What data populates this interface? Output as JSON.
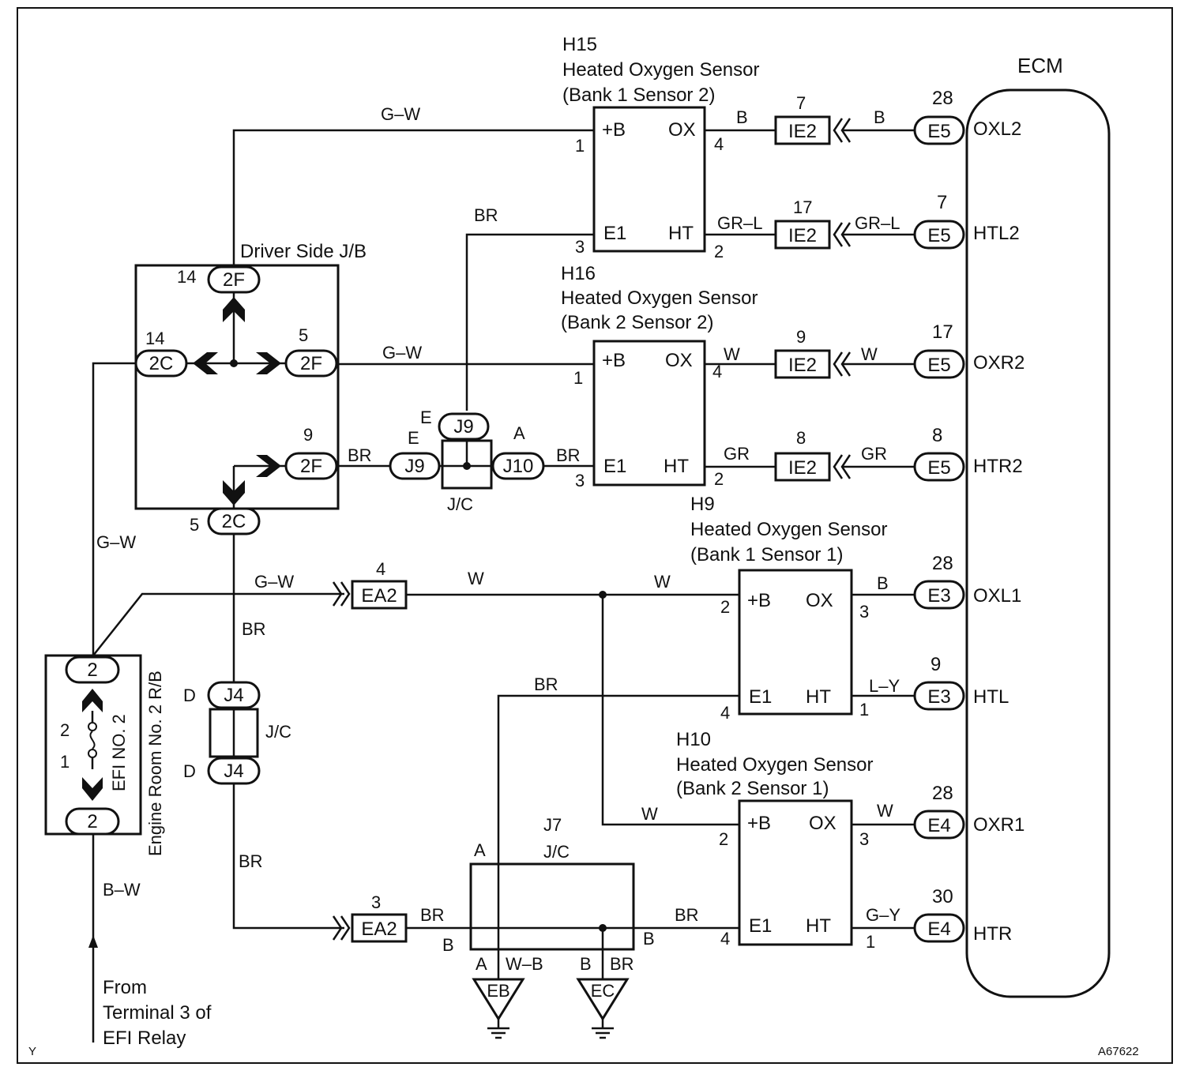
{
  "frame": {
    "corner_left": "Y",
    "corner_right": "A67622"
  },
  "ecm": {
    "title": "ECM",
    "terminals": [
      {
        "pin": "28",
        "conn": "E5",
        "name": "OXL2"
      },
      {
        "pin": "7",
        "conn": "E5",
        "name": "HTL2"
      },
      {
        "pin": "17",
        "conn": "E5",
        "name": "OXR2"
      },
      {
        "pin": "8",
        "conn": "E5",
        "name": "HTR2"
      },
      {
        "pin": "28",
        "conn": "E3",
        "name": "OXL1"
      },
      {
        "pin": "9",
        "conn": "E3",
        "name": "HTL"
      },
      {
        "pin": "28",
        "conn": "E4",
        "name": "OXR1"
      },
      {
        "pin": "30",
        "conn": "E4",
        "name": "HTR"
      }
    ]
  },
  "sensors": [
    {
      "id": "H15",
      "name": "Heated Oxygen Sensor",
      "pos": "(Bank 1 Sensor 2)",
      "plus_b": "+B",
      "ox": "OX",
      "e1": "E1",
      "ht": "HT",
      "pin_b": "1",
      "pin_ox": "4",
      "pin_e1": "3",
      "pin_ht": "2"
    },
    {
      "id": "H16",
      "name": "Heated Oxygen Sensor",
      "pos": "(Bank 2 Sensor 2)",
      "plus_b": "+B",
      "ox": "OX",
      "e1": "E1",
      "ht": "HT",
      "pin_b": "1",
      "pin_ox": "4",
      "pin_e1": "3",
      "pin_ht": "2"
    },
    {
      "id": "H9",
      "name": "Heated Oxygen Sensor",
      "pos": "(Bank 1 Sensor 1)",
      "plus_b": "+B",
      "ox": "OX",
      "e1": "E1",
      "ht": "HT",
      "pin_b": "2",
      "pin_ox": "3",
      "pin_e1": "4",
      "pin_ht": "1"
    },
    {
      "id": "H10",
      "name": "Heated Oxygen Sensor",
      "pos": "(Bank 2 Sensor 1)",
      "plus_b": "+B",
      "ox": "OX",
      "e1": "E1",
      "ht": "HT",
      "pin_b": "2",
      "pin_ox": "3",
      "pin_e1": "4",
      "pin_ht": "1"
    }
  ],
  "ie2": [
    {
      "pin": "7",
      "label": "IE2",
      "wire_left": "B",
      "wire_right": "B"
    },
    {
      "pin": "17",
      "label": "IE2",
      "wire_left": "GR–L",
      "wire_right": "GR–L"
    },
    {
      "pin": "9",
      "label": "IE2",
      "wire_left": "W",
      "wire_right": "W"
    },
    {
      "pin": "8",
      "label": "IE2",
      "wire_left": "GR",
      "wire_right": "GR"
    }
  ],
  "wires_lower": [
    {
      "label": "B"
    },
    {
      "label": "L–Y"
    },
    {
      "label": "W"
    },
    {
      "label": "G–Y"
    }
  ],
  "driver_jb": {
    "title": "Driver Side J/B",
    "top": {
      "pin": "14",
      "conn": "2F"
    },
    "left": {
      "pin": "14",
      "conn": "2C"
    },
    "right_top": {
      "pin": "5",
      "conn": "2F"
    },
    "right_bot": {
      "pin": "9",
      "conn": "2F"
    },
    "bottom": {
      "pin": "5",
      "conn": "2C"
    }
  },
  "jc_upper": {
    "label": "J/C",
    "top": {
      "letter": "E",
      "conn": "J9"
    },
    "left": {
      "letter": "E",
      "conn": "J9"
    },
    "right": {
      "letter": "A",
      "conn": "J10"
    }
  },
  "jc_j4": {
    "label": "J/C",
    "top": {
      "letter": "D",
      "conn": "J4"
    },
    "bottom": {
      "letter": "D",
      "conn": "J4"
    }
  },
  "jc_j7": {
    "id": "J7",
    "label": "J/C",
    "pin_a": "A",
    "pin_b": "B",
    "pin_a_bot": "A",
    "pin_b_bot": "B",
    "pin_b_right": "B"
  },
  "ea2": [
    {
      "pin": "4",
      "label": "EA2"
    },
    {
      "pin": "3",
      "label": "EA2"
    }
  ],
  "grounds": [
    {
      "label": "EB"
    },
    {
      "label": "EC"
    }
  ],
  "relay": {
    "side_label": "Engine Room No. 2 R/B",
    "fuse_label": "EFI NO. 2",
    "top_conn": "2",
    "bot_conn": "2",
    "pin_top": "2",
    "pin_bot": "1"
  },
  "wires": {
    "gw_top": "G–W",
    "br_top": "BR",
    "gw_mid": "G–W",
    "br_j9": "BR",
    "br_j10": "BR",
    "gw_left": "G–W",
    "gw_ea2": "G–W",
    "w_ea2": "W",
    "w_h9": "W",
    "br_mid": "BR",
    "br_h9": "BR",
    "w_h10": "W",
    "br_low": "BR",
    "bw": "B–W",
    "br_ea2b": "BR",
    "b_ea2b": "B",
    "br_h10": "BR",
    "wb": "W–B",
    "br_ec": "BR"
  },
  "source": {
    "line1": "From",
    "line2": "Terminal 3 of",
    "line3": "EFI Relay"
  }
}
